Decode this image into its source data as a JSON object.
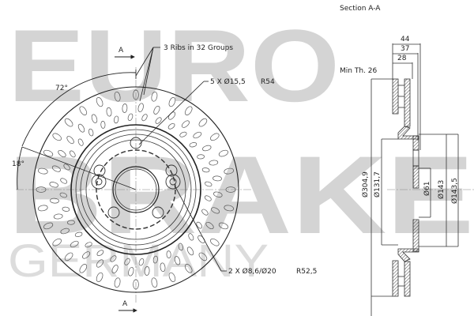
{
  "watermark": {
    "line1": "EURO",
    "line2": "BRAKE",
    "line3": "GERMANY",
    "color": "#d4d4d4"
  },
  "front_view": {
    "section_marker_top": "A",
    "section_marker_bottom": "A",
    "angle_labels": [
      "72°",
      "18°"
    ],
    "callouts": {
      "ribs": "3 Ribs in 32 Groups",
      "bolt_holes": "5 X Ø15,5",
      "bolt_holes_radius": "R54",
      "locating_holes": "2 X Ø8,6/Ø20",
      "locating_holes_radius": "R52,5"
    }
  },
  "section_view": {
    "title": "Section A-A",
    "min_thickness_label": "Min Th. 26",
    "widths": [
      "44",
      "37",
      "28"
    ],
    "diameters": [
      "Ø304,9",
      "Ø131,7",
      "Ø61",
      "Ø143",
      "Ø143,5"
    ]
  },
  "colors": {
    "line": "#222222",
    "background": "#ffffff"
  }
}
